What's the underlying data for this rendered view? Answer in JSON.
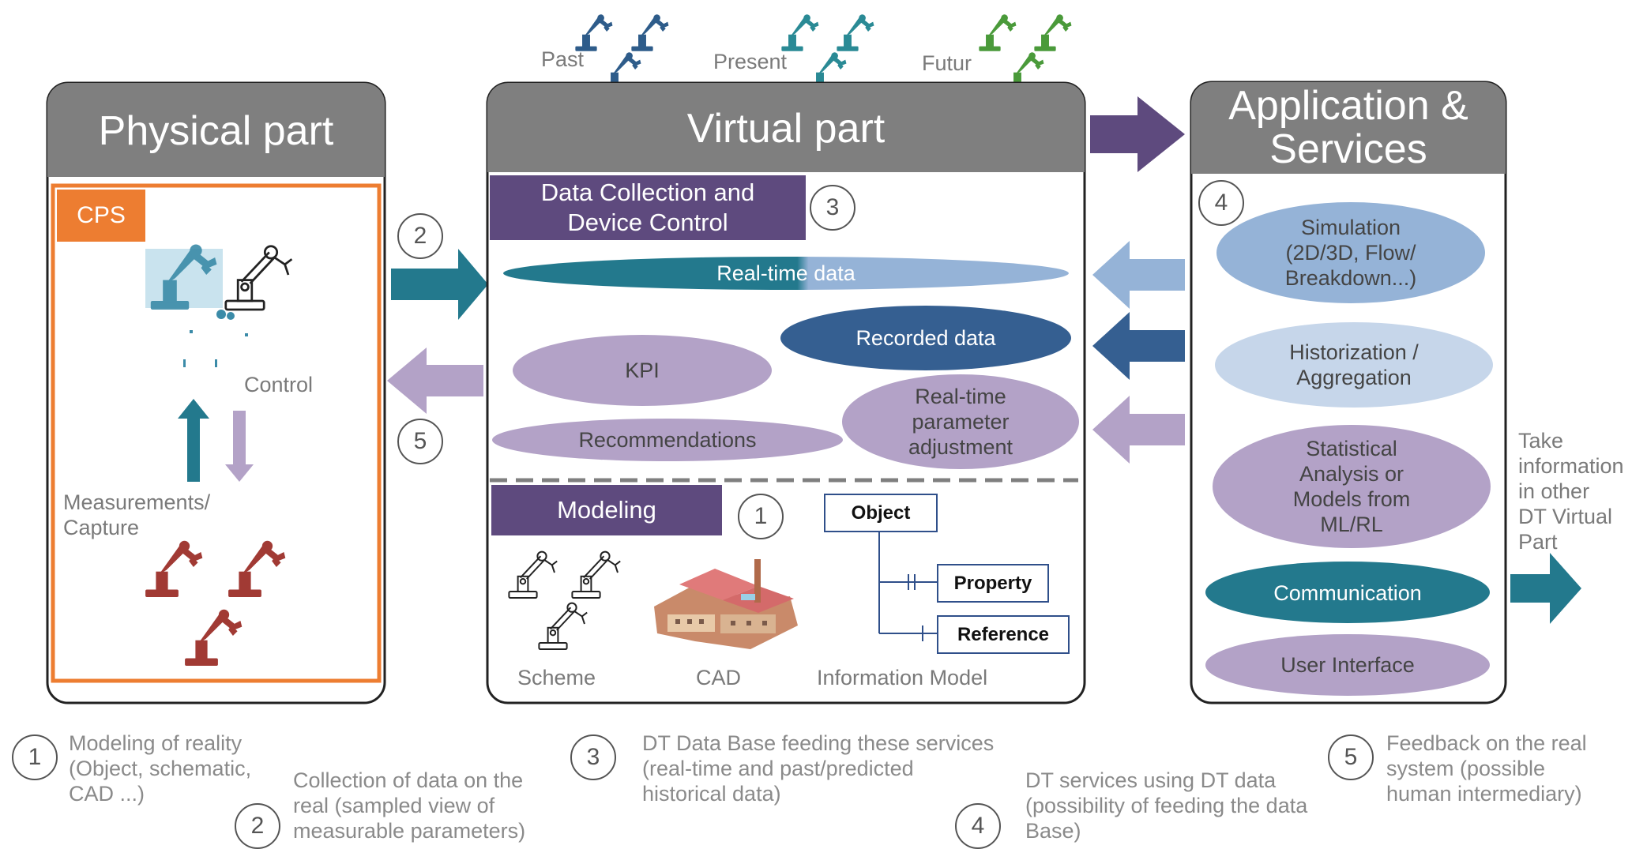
{
  "timeline": {
    "past": "Past",
    "present": "Present",
    "future": "Futur"
  },
  "physical": {
    "title": "Physical part",
    "cps": "CPS",
    "control": "Control",
    "measurements": "Measurements/\nCapture",
    "num_in": "2",
    "num_out": "5"
  },
  "virtual": {
    "title": "Virtual part",
    "data_collection": "Data Collection and\nDevice Control",
    "num_dc": "3",
    "realtime": "Real-time data",
    "recorded": "Recorded data",
    "kpi": "KPI",
    "recommendations": "Recommendations",
    "rt_param": "Real-time\nparameter\nadjustment",
    "modeling": "Modeling",
    "num_mod": "1",
    "object": "Object",
    "property": "Property",
    "reference": "Reference",
    "scheme": "Scheme",
    "cad": "CAD",
    "info_model": "Information Model"
  },
  "apps": {
    "title": "Application &\nServices",
    "num": "4",
    "simulation": "Simulation\n(2D/3D, Flow/\nBreakdown...)",
    "historization": "Historization /\nAggregation",
    "statistical": "Statistical\nAnalysis or\nModels from\nML/RL",
    "communication": "Communication",
    "user_interface": "User Interface",
    "take_info": "Take\ninformation\nin other\nDT Virtual\nPart"
  },
  "legend": {
    "n1": "1",
    "t1": "Modeling of reality\n(Object, schematic,\nCAD ...)",
    "n2": "2",
    "t2": "Collection of data on the\nreal (sampled view of\nmeasurable parameters)",
    "n3": "3",
    "t3": "DT Data Base feeding these services\n(real-time and past/predicted\nhistorical data)",
    "n4": "4",
    "t4": "DT services using DT data\n(possibility of feeding the data\nBase)",
    "n5": "5",
    "t5": "Feedback on the real\nsystem (possible\nhuman intermediary)"
  },
  "colors": {
    "header_gray": "#7f7f7f",
    "orange": "#ed7d31",
    "purple_dark": "#5e4a7e",
    "teal": "#23798d",
    "blue_dark": "#355f91",
    "blue_light": "#95b3d7",
    "lavender": "#b3a2c7",
    "robot_blue": "#2e5c8a",
    "robot_teal": "#2a8a95",
    "robot_green": "#4a9a3a",
    "robot_red": "#a13a34"
  }
}
